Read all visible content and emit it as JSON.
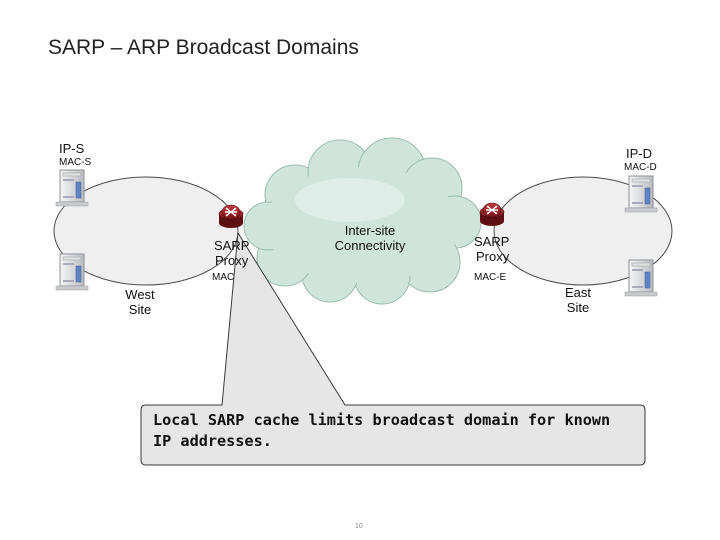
{
  "title": "SARP – ARP Broadcast Domains",
  "west": {
    "host_ip": "IP-S",
    "host_mac": "MAC-S",
    "site_line1": "West",
    "site_line2": "Site",
    "proxy_line1": "SARP",
    "proxy_line2": "Proxy",
    "proxy_mac": "MAC"
  },
  "east": {
    "host_ip": "IP-D",
    "host_mac": "MAC-D",
    "site_line1": "East",
    "site_line2": "Site",
    "proxy_line1": "SARP",
    "proxy_line2": "Proxy",
    "proxy_mac": "MAC-E"
  },
  "cloud": {
    "line1": "Inter-site",
    "line2": "Connectivity"
  },
  "callout": {
    "text": "Local SARP cache limits broadcast domain for known IP addresses."
  },
  "page_number": "10",
  "icons": {
    "host": "server-tower-icon",
    "router": "router-icon",
    "cloud": "cloud-icon"
  },
  "colors": {
    "router_body": "#8a1e22",
    "cloud_fill": "#cfe5dc",
    "callout_fill": "#e6e6e6"
  }
}
